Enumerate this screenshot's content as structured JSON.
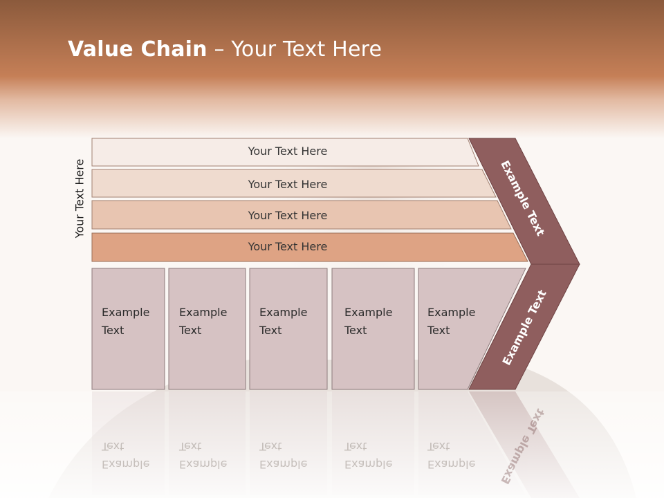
{
  "title": {
    "bold": "Value Chain",
    "rest": " – Your Text Here"
  },
  "side_label": "Your Text Here",
  "bars": [
    {
      "label": "Your Text Here"
    },
    {
      "label": "Your Text Here"
    },
    {
      "label": "Your Text Here"
    },
    {
      "label": "Your Text Here"
    }
  ],
  "boxes": [
    {
      "label": "Example\nText"
    },
    {
      "label": "Example\nText"
    },
    {
      "label": "Example\nText"
    },
    {
      "label": "Example\nText"
    },
    {
      "label": "Example\nText"
    }
  ],
  "chevron": {
    "upper_label": "Example Text",
    "lower_label": "Example Text"
  },
  "colors": {
    "header_top": "#8b5a3c",
    "header_mid": "#c57f57",
    "bar1": "#f6ece7",
    "bar2": "#efdbcf",
    "bar3": "#e8c5b1",
    "bar4": "#dea384",
    "box": "#d6c2c3",
    "chevron": "#8f5e5e"
  }
}
